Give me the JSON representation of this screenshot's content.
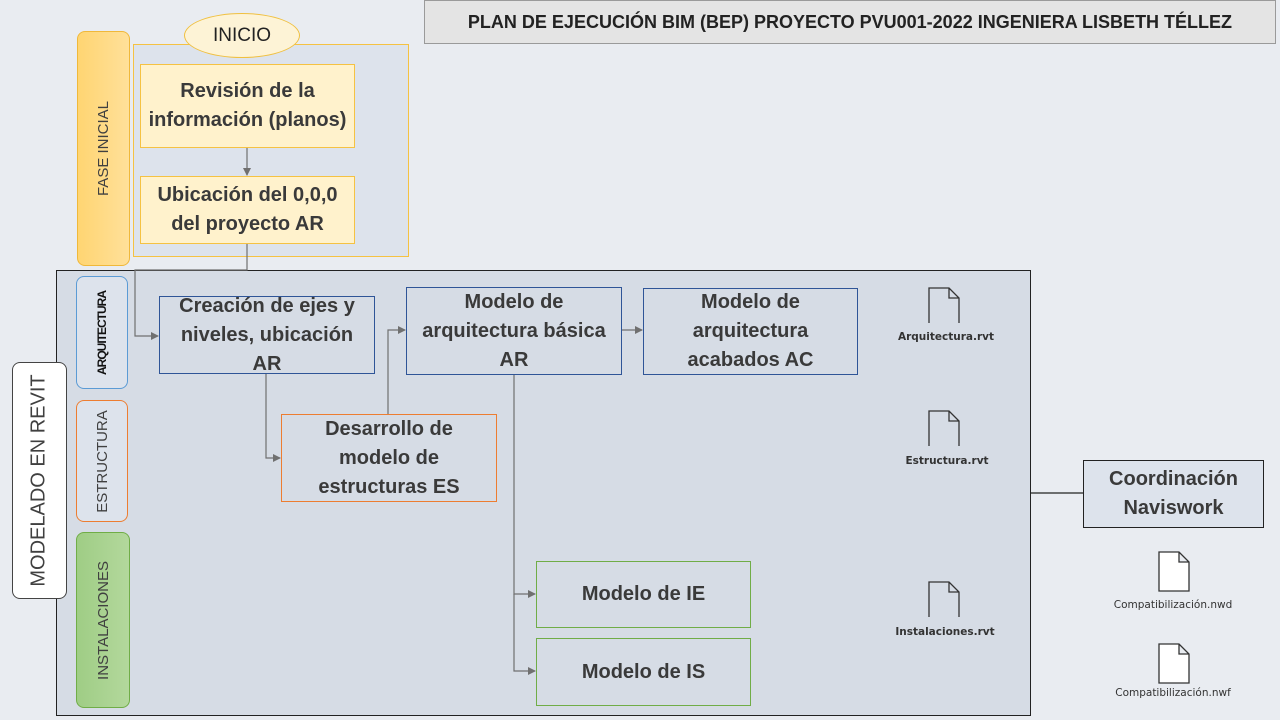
{
  "title": "PLAN DE EJECUCIÓN BIM (BEP) PROYECTO PVU001-2022 INGENIERA LISBETH TÉLLEZ",
  "start": "INICIO",
  "phases": {
    "initial": "FASE INICIAL",
    "modeling": "MODELADO EN REVIT"
  },
  "lanes": {
    "architecture": "ARQUITECTURA",
    "structure": "ESTRUCTURA",
    "installations": "INSTALACIONES"
  },
  "steps": {
    "review": "Revisión de la información (planos)",
    "origin": "Ubicación del 0,0,0 del proyecto AR",
    "grids": "Creación de ejes y niveles, ubicación AR",
    "arch_basic": "Modelo de arquitectura básica AR",
    "arch_finish": "Modelo de arquitectura acabados AC",
    "structure": "Desarrollo de modelo de estructuras ES",
    "ie": "Modelo de IE",
    "is": "Modelo de IS",
    "coordination": "Coordinación Naviswork"
  },
  "files": {
    "arch": "Arquitectura.rvt",
    "struct": "Estructura.rvt",
    "inst": "Instalaciones.rvt",
    "nwd": "Compatibilización.nwd",
    "nwf": "Compatibilización.nwf"
  }
}
